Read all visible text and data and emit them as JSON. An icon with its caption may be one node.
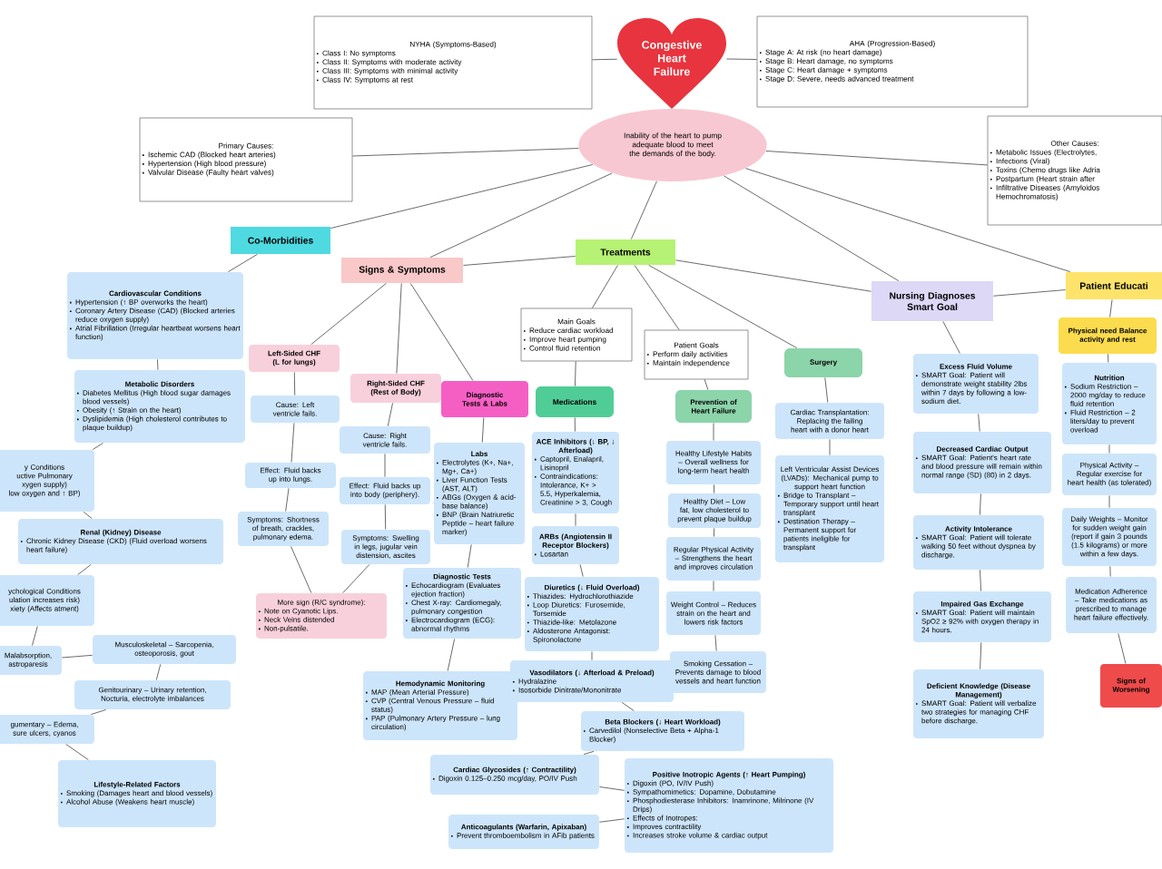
{
  "diagram": {
    "nodes": [
      {
        "text": [
          "Congestive Heart Failure"
        ]
      },
      {
        "text": [
          "Inability of the heart to pump adequate blood to meet the demands of the body."
        ]
      },
      {
        "text": [
          "NYHA (Symptoms-Based)",
          "Class I: No symptoms",
          "Class II: Symptoms with moderate activity",
          "Class III: Symptoms with minimal activity",
          "Class IV: Symptoms at rest"
        ]
      },
      {
        "text": [
          "AHA (Progression-Based)",
          "Stage A: At risk (no heart damage)",
          "Stage B: Heart damage, no symptoms",
          "Stage C: Heart damage + symptoms",
          "Stage D: Severe, needs advanced treatment"
        ]
      },
      {
        "text": [
          "Primary Causes:",
          "Ischemic CAD (Blocked heart arteries)",
          "Hypertension (High blood pressure)",
          "Valvular Disease (Faulty heart valves)"
        ]
      },
      {
        "text": [
          "Other Causes:",
          "Metabolic Issues (Electrolytes,",
          "Infections (Viral)",
          "Toxins (Chemo drugs like Adria",
          "Postpartum (Heart strain after",
          "Infiltrative Diseases (Amyloidos Hemochromatosis)"
        ]
      },
      {
        "text": [
          "Co-Morbidities"
        ]
      },
      {
        "text": [
          "Signs & Symptoms"
        ]
      },
      {
        "text": [
          "Treatments"
        ]
      },
      {
        "text": [
          "Nursing Diagnoses",
          "Smart Goal"
        ]
      },
      {
        "text": [
          "Patient Educati"
        ]
      },
      {
        "text": [
          "Cardiovascular Conditions",
          "Hypertension (↑ BP overworks the heart)",
          "Coronary Artery Disease (CAD) (Blocked arteries reduce oxygen supply)",
          "Atrial Fibrillation (Irregular heartbeat worsens heart function)"
        ]
      },
      {
        "text": [
          "Metabolic Disorders",
          "Diabetes Mellitus (High blood sugar damages blood vessels)",
          "Obesity (↑ Strain on the heart)",
          "Dyslipidemia (High cholesterol contributes to plaque buildup)"
        ]
      },
      {
        "text": [
          "y Conditions",
          "uctive Pulmonary xygen supply)",
          "low oxygen and ↑ BP)"
        ]
      },
      {
        "text": [
          "Renal (Kidney) Disease",
          "Chronic Kidney Disease (CKD) (Fluid overload worsens heart failure)"
        ]
      },
      {
        "text": [
          "ychological Conditions",
          "ulation increases risk)",
          "xiety (Affects atment)"
        ]
      },
      {
        "text": [
          "Musculoskeletal – Sarcopenia, osteoporosis, gout"
        ]
      },
      {
        "text": [
          "Malabsorption, astroparesis"
        ]
      },
      {
        "text": [
          "Genitourinary – Urinary retention, Nocturia, electrolyte imbalances"
        ]
      },
      {
        "text": [
          "gumentary – Edema, sure ulcers, cyanos"
        ]
      },
      {
        "text": [
          "Lifestyle-Related Factors",
          "Smoking (Damages heart and blood vessels)",
          "Alcohol Abuse (Weakens heart muscle)"
        ]
      },
      {
        "text": [
          "Left-Sided CHF (L for lungs)"
        ]
      },
      {
        "text": [
          "Cause: Left ventricle fails."
        ]
      },
      {
        "text": [
          "Effect: Fluid backs up into lungs."
        ]
      },
      {
        "text": [
          "Symptoms: Shortness of breath, crackles, pulmonary edema."
        ]
      },
      {
        "text": [
          "Right-Sided CHF (Rest of Body)"
        ]
      },
      {
        "text": [
          "Cause: Right ventricle fails."
        ]
      },
      {
        "text": [
          "Effect: Fluid backs up into body (periphery)."
        ]
      },
      {
        "text": [
          "Symptoms: Swelling in legs, jugular vein distension, ascites"
        ]
      },
      {
        "text": [
          "More sign (R/C syndrome):",
          "Note on Cyanotic Lips.",
          "Neck Veins distended",
          "Non-pulsatile."
        ]
      },
      {
        "text": [
          "Diagnostic Tests & Labs"
        ]
      },
      {
        "text": [
          "Labs",
          "Electrolytes (K+, Na+, Mg+, Ca+)",
          "Liver Function Tests (AST, ALT)",
          "ABGs (Oxygen & acid-base balance)",
          "BNP (Brain Natriuretic Peptide – heart failure marker)"
        ]
      },
      {
        "text": [
          "Diagnostic Tests",
          "Echocardiogram (Evaluates ejection fraction)",
          "Chest X-ray: Cardiomegaly, pulmonary congestion",
          "Electrocardiogram (ECG): abnormal rhythms"
        ]
      },
      {
        "text": [
          "Hemodynamic Monitoring",
          "MAP (Mean Arterial Pressure)",
          "CVP (Central Venous Pressure – fluid status)",
          "PAP (Pulmonary Artery Pressure – lung circulation)"
        ]
      },
      {
        "text": [
          "Main Goals",
          "Reduce cardiac workload",
          "Improve heart pumping",
          "Control fluid retention"
        ]
      },
      {
        "text": [
          "Patient Goals",
          "Perform daily activities",
          "Maintain independence"
        ]
      },
      {
        "text": [
          "Medications"
        ]
      },
      {
        "text": [
          "Prevention of Heart Failure"
        ]
      },
      {
        "text": [
          "Surgery"
        ]
      },
      {
        "text": [
          "ACE Inhibitors (↓ BP, ↓ Afterload)",
          "Captopril, Enalapril, Lisinopril",
          "Contraindications: Intolerance, K+ > 5.5, Hyperkalemia, Creatinine > 3, Cough"
        ]
      },
      {
        "text": [
          "ARBs (Angiotensin II Receptor Blockers)",
          "Losartan"
        ]
      },
      {
        "text": [
          "Diuretics (↓ Fluid Overload)",
          "Thiazides: Hydrochlorothiazide",
          "Loop Diuretics: Furosemide, Torsemide",
          "Thiazide-like: Metolazone",
          "Aldosterone Antagonist: Spironolactone"
        ]
      },
      {
        "text": [
          "Vasodilators (↓ Afterload & Preload)",
          "Hydralazine",
          "Isosorbide Dinitrate/Mononitrate"
        ]
      },
      {
        "text": [
          "Beta Blockers (↓ Heart Workload)",
          "Carvedilol (Nonselective Beta + Alpha-1 Blocker)"
        ]
      },
      {
        "text": [
          "Cardiac Glycosides (↑ Contractility)",
          "Digoxin 0.125–0.250 mcg/day, PO/IV Push"
        ]
      },
      {
        "text": [
          "Positive Inotropic Agents (↑ Heart Pumping)",
          "Digoxin (PO, IV/IV Push)",
          "Sympathomimetics: Dopamine, Dobutamine",
          "Phosphodiesterase Inhibitors: Inamrinone, Milrinone (IV Drips)",
          "Effects of Inotropes:",
          "Improves contractility",
          "Increases stroke volume & cardiac output"
        ]
      },
      {
        "text": [
          "Anticoagulants (Warfarin, Apixaban)",
          "Prevent thromboembolism in AFib patients"
        ]
      },
      {
        "text": [
          "Healthy Lifestyle Habits – Overall wellness for long-term heart health"
        ]
      },
      {
        "text": [
          "Healthy Diet – Low fat, low cholesterol to prevent plaque buildup"
        ]
      },
      {
        "text": [
          "Regular Physical Activity – Strengthens the heart and improves circulation"
        ]
      },
      {
        "text": [
          "Weight Control – Reduces strain on the heart and lowers risk factors"
        ]
      },
      {
        "text": [
          "Smoking Cessation – Prevents damage to blood vessels and heart function"
        ]
      },
      {
        "text": [
          "Cardiac Transplantation: Replacing the failing heart with a donor heart"
        ]
      },
      {
        "text": [
          "Left Ventricular Assist Devices (LVADs): Mechanical pump to support heart function",
          "Bridge to Transplant – Temporary support until heart transplant",
          "Destination Therapy – Permanent support for patients ineligible for transplant"
        ]
      },
      {
        "text": [
          "Excess Fluid Volume",
          "SMART Goal: Patient will demonstrate weight stability 2lbs within 7 days by following a low-sodium diet."
        ]
      },
      {
        "text": [
          "Decreased Cardiac Output",
          "SMART Goal: Patient's heart rate and blood pressure will remain within normal range (SD) (80) in 2 days."
        ]
      },
      {
        "text": [
          "Activity Intolerance",
          "SMART Goal: Patient will tolerate walking 50 feet without dyspnea by discharge."
        ]
      },
      {
        "text": [
          "Impaired Gas Exchange",
          "SMART Goal: Patient will maintain SpO2 ≥ 92% with oxygen therapy in 24 hours."
        ]
      },
      {
        "text": [
          "Deficient Knowledge (Disease Management)",
          "SMART Goal: Patient will verbalize two strategies for managing CHF before discharge."
        ]
      },
      {
        "text": [
          "Physical need Balance activity and rest"
        ]
      },
      {
        "text": [
          "Nutrition",
          "Sodium Restriction – 2000 mg/day to reduce fluid retention",
          "Fluid Restriction – 2 liters/day to prevent overload"
        ]
      },
      {
        "text": [
          "Physical Activity – Regular exercise for heart health (as tolerated)"
        ]
      },
      {
        "text": [
          "Daily Weights – Monitor for sudden weight gain (report if gain 3 pounds (1.5 kilograms) or more within a few days."
        ]
      },
      {
        "text": [
          "Medication Adherence – Take medications as prescribed to manage heart failure effectively."
        ]
      },
      {
        "text": [
          "Signs of Worsening"
        ]
      }
    ],
    "edges": [
      {
        "from": 2,
        "to": 0,
        "arrow": "none"
      },
      {
        "from": 0,
        "to": 3,
        "arrow": "none"
      },
      {
        "from": 1,
        "to": 4,
        "arrow": "none"
      },
      {
        "from": 1,
        "to": 5,
        "arrow": "none"
      },
      {
        "from": 1,
        "to": 6,
        "arrow": "none"
      },
      {
        "from": 1,
        "to": 7,
        "arrow": "none"
      },
      {
        "from": 1,
        "to": 8,
        "arrow": "none"
      },
      {
        "from": 1,
        "to": 9,
        "arrow": "none"
      },
      {
        "from": 1,
        "to": 10,
        "arrow": "none"
      },
      {
        "from": 7,
        "to": 8,
        "arrow": "none"
      },
      {
        "from": 8,
        "to": 9,
        "arrow": "none"
      },
      {
        "from": 9,
        "to": 10,
        "arrow": "none"
      },
      {
        "from": 6,
        "to": 11,
        "arrow": "none"
      },
      {
        "from": 11,
        "to": 12,
        "arrow": "none"
      },
      {
        "from": 12,
        "to": 13,
        "arrow": "none"
      },
      {
        "from": 13,
        "to": 14,
        "arrow": "none"
      },
      {
        "from": 14,
        "to": 15,
        "arrow": "none"
      },
      {
        "from": 15,
        "to": 17,
        "arrow": "none"
      },
      {
        "from": 17,
        "to": 16,
        "arrow": "none"
      },
      {
        "from": 16,
        "to": 18,
        "arrow": "none"
      },
      {
        "from": 18,
        "to": 19,
        "arrow": "none"
      },
      {
        "from": 19,
        "to": 20,
        "arrow": "none"
      },
      {
        "from": 7,
        "to": 21,
        "arrow": "none"
      },
      {
        "from": 21,
        "to": 22,
        "arrow": "none"
      },
      {
        "from": 22,
        "to": 23,
        "arrow": "none"
      },
      {
        "from": 23,
        "to": 24,
        "arrow": "none"
      },
      {
        "from": 24,
        "to": 29,
        "arrow": "none"
      },
      {
        "from": 7,
        "to": 25,
        "arrow": "none"
      },
      {
        "from": 25,
        "to": 26,
        "arrow": "none"
      },
      {
        "from": 26,
        "to": 27,
        "arrow": "none"
      },
      {
        "from": 27,
        "to": 28,
        "arrow": "none"
      },
      {
        "from": 28,
        "to": 29,
        "arrow": "none"
      },
      {
        "from": 7,
        "to": 30,
        "arrow": "none"
      },
      {
        "from": 30,
        "to": 31,
        "arrow": "none"
      },
      {
        "from": 31,
        "to": 32,
        "arrow": "none"
      },
      {
        "from": 32,
        "to": 33,
        "arrow": "none"
      },
      {
        "from": 8,
        "to": 34,
        "arrow": "none"
      },
      {
        "from": 8,
        "to": 35,
        "arrow": "none"
      },
      {
        "from": 8,
        "to": 38,
        "arrow": "none"
      },
      {
        "from": 34,
        "to": 36,
        "arrow": "none"
      },
      {
        "from": 35,
        "to": 37,
        "arrow": "none"
      },
      {
        "from": 36,
        "to": 39,
        "arrow": "none"
      },
      {
        "from": 39,
        "to": 40,
        "arrow": "none"
      },
      {
        "from": 40,
        "to": 41,
        "arrow": "none"
      },
      {
        "from": 41,
        "to": 42,
        "arrow": "none"
      },
      {
        "from": 42,
        "to": 43,
        "arrow": "none"
      },
      {
        "from": 43,
        "to": 44,
        "arrow": "none"
      },
      {
        "from": 44,
        "to": 45,
        "arrow": "none"
      },
      {
        "from": 45,
        "to": 46,
        "arrow": "none"
      },
      {
        "from": 37,
        "to": 47,
        "arrow": "none"
      },
      {
        "from": 47,
        "to": 48,
        "arrow": "none"
      },
      {
        "from": 48,
        "to": 49,
        "arrow": "none"
      },
      {
        "from": 49,
        "to": 50,
        "arrow": "none"
      },
      {
        "from": 50,
        "to": 51,
        "arrow": "none"
      },
      {
        "from": 38,
        "to": 52,
        "arrow": "none"
      },
      {
        "from": 52,
        "to": 53,
        "arrow": "none"
      },
      {
        "from": 9,
        "to": 54,
        "arrow": "none"
      },
      {
        "from": 54,
        "to": 55,
        "arrow": "none"
      },
      {
        "from": 55,
        "to": 56,
        "arrow": "none"
      },
      {
        "from": 56,
        "to": 57,
        "arrow": "none"
      },
      {
        "from": 57,
        "to": 58,
        "arrow": "none"
      },
      {
        "from": 10,
        "to": 59,
        "arrow": "none"
      },
      {
        "from": 59,
        "to": 60,
        "arrow": "none"
      },
      {
        "from": 60,
        "to": 61,
        "arrow": "none"
      },
      {
        "from": 61,
        "to": 62,
        "arrow": "none"
      },
      {
        "from": 62,
        "to": 63,
        "arrow": "none"
      },
      {
        "from": 63,
        "to": 64,
        "arrow": "none"
      }
    ]
  }
}
